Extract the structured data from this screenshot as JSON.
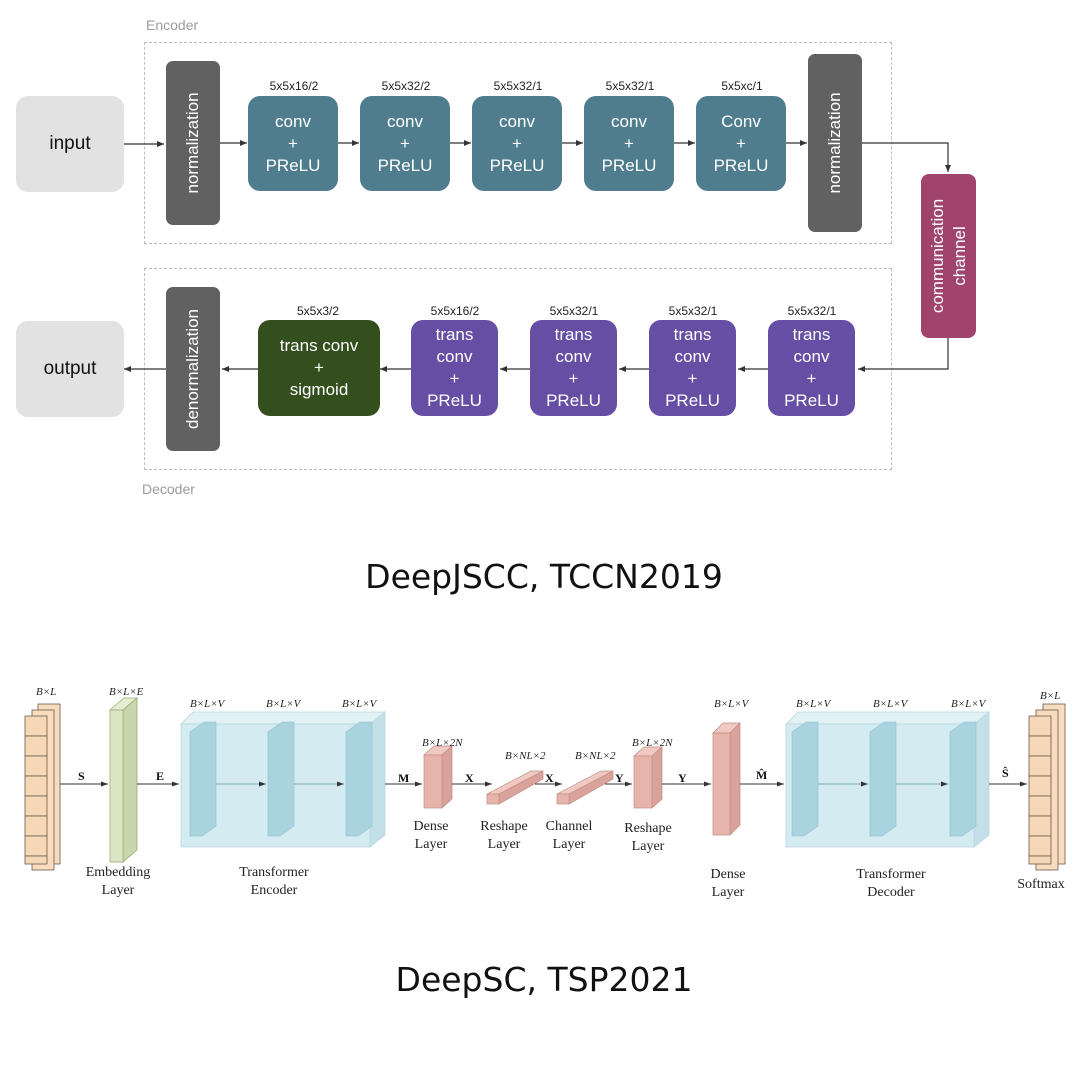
{
  "deepjscc": {
    "encoder_label": "Encoder",
    "decoder_label": "Decoder",
    "input": "input",
    "output": "output",
    "normalization": "normalization",
    "denormalization": "denormalization",
    "channel": [
      "communication",
      "channel"
    ],
    "encoder_blocks": [
      {
        "spec": "5x5x16/2",
        "lines": [
          "conv",
          "+",
          "PReLU"
        ]
      },
      {
        "spec": "5x5x32/2",
        "lines": [
          "conv",
          "+",
          "PReLU"
        ]
      },
      {
        "spec": "5x5x32/1",
        "lines": [
          "conv",
          "+",
          "PReLU"
        ]
      },
      {
        "spec": "5x5x32/1",
        "lines": [
          "conv",
          "+",
          "PReLU"
        ]
      },
      {
        "spec": "5x5xc/1",
        "lines": [
          "Conv",
          "+",
          "PReLU"
        ]
      }
    ],
    "decoder_blocks": [
      {
        "spec": "5x5x3/2",
        "lines": [
          "trans conv",
          "+",
          "sigmoid"
        ]
      },
      {
        "spec": "5x5x16/2",
        "lines": [
          "trans",
          "conv",
          "+",
          "PReLU"
        ]
      },
      {
        "spec": "5x5x32/1",
        "lines": [
          "trans",
          "conv",
          "+",
          "PReLU"
        ]
      },
      {
        "spec": "5x5x32/1",
        "lines": [
          "trans",
          "conv",
          "+",
          "PReLU"
        ]
      },
      {
        "spec": "5x5x32/1",
        "lines": [
          "trans",
          "conv",
          "+",
          "PReLU"
        ]
      }
    ],
    "title": "DeepJSCC, TCCN2019"
  },
  "deepsc": {
    "dims": {
      "input": "B×L",
      "embedding": "B×L×E",
      "enc1": "B×L×V",
      "enc2": "B×L×V",
      "enc3": "B×L×V",
      "dense1": "B×L×2N",
      "reshape1": "B×NL×2",
      "channel": "B×NL×2",
      "reshape2": "B×L×2N",
      "dense2": "B×L×V",
      "dec1": "B×L×V",
      "dec2": "B×L×V",
      "dec3": "B×L×V",
      "output": "B×L"
    },
    "symbols": {
      "s": "S",
      "e": "E",
      "m": "M",
      "x1": "X",
      "x2": "X",
      "y1": "Y",
      "y2": "Y",
      "m_hat": "M̂",
      "s_hat": "Ŝ"
    },
    "captions": {
      "embedding": [
        "Embedding",
        "Layer"
      ],
      "encoder": [
        "Transformer",
        "Encoder"
      ],
      "dense1": [
        "Dense",
        "Layer"
      ],
      "reshape1": [
        "Reshape",
        "Layer"
      ],
      "channel": [
        "Channel",
        "Layer"
      ],
      "reshape2": [
        "Reshape",
        "Layer"
      ],
      "dense2": [
        "Dense",
        "Layer"
      ],
      "decoder": [
        "Transformer",
        "Decoder"
      ],
      "softmax": "Softmax"
    },
    "title": "DeepSC, TSP2021"
  },
  "colors": {
    "encoder_block": "#4f7d8e",
    "decoder_block": "#654ea3",
    "sigmoid_block": "#344e1e",
    "channel_block": "#a0446e",
    "norm_bar": "#616161",
    "token_cell": "#f6d8b8",
    "embedding": "#dbe6c3",
    "transformer": "#cde7ee",
    "dense": "#e7b4ac"
  }
}
